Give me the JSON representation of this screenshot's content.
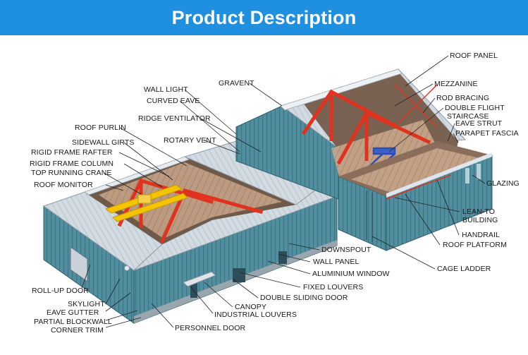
{
  "header": {
    "title": "Product Description"
  },
  "colors": {
    "banner": "#1f8fe0",
    "wall": "#4f8fa0",
    "roof": "#cfd8df",
    "frame": "#e0321e",
    "crane": "#f5c400"
  },
  "labels": {
    "roof_panel": "ROOF PANEL",
    "gravent": "GRAVENT",
    "mezzanine": "MEZZANINE",
    "wall_light": "WALL LIGHT",
    "rod_bracing": "ROD BRACING",
    "curved_eave": "CURVED EAVE",
    "double_flight": "DOUBLE FLIGHT",
    "staircase": "STAIRCASE",
    "ridge_ventilator": "RIDGE VENTILATOR",
    "eave_strut": "EAVE STRUT",
    "parapet_fascia": "PARAPET FASCIA",
    "roof_purlin": "ROOF PURLIN",
    "rotary_vent": "ROTARY VENT",
    "sidewall_girts": "SIDEWALL GIRTS",
    "rigid_frame_rafter": "RIGID FRAME RAFTER",
    "rigid_frame_column": "RIGID FRAME COLUMN",
    "top_running_crane": "TOP RUNNING CRANE",
    "roof_monitor": "ROOF MONITOR",
    "glazing": "GLAZING",
    "lean_to": "LEAN-TO",
    "building": "BUILDING",
    "handrail": "HANDRAIL",
    "roof_platform": "ROOF PLATFORM",
    "downspout": "DOWNSPOUT",
    "wall_panel": "WALL PANEL",
    "cage_ladder": "CAGE LADDER",
    "aluminium_window": "ALUMINIUM WINDOW",
    "roll_up_door": "ROLL-UP DOOR",
    "fixed_louvers": "FIXED LOUVERS",
    "skylight": "SKYLIGHT",
    "double_sliding_door": "DOUBLE SLIDING DOOR",
    "canopy": "CANOPY",
    "eave_gutter": "EAVE GUTTER",
    "industrial_louvers": "INDUSTRIAL LOUVERS",
    "partial_blockwall": "PARTIAL BLOCKWALL",
    "corner_trim": "CORNER TRIM",
    "personnel_door": "PERSONNEL DOOR"
  }
}
